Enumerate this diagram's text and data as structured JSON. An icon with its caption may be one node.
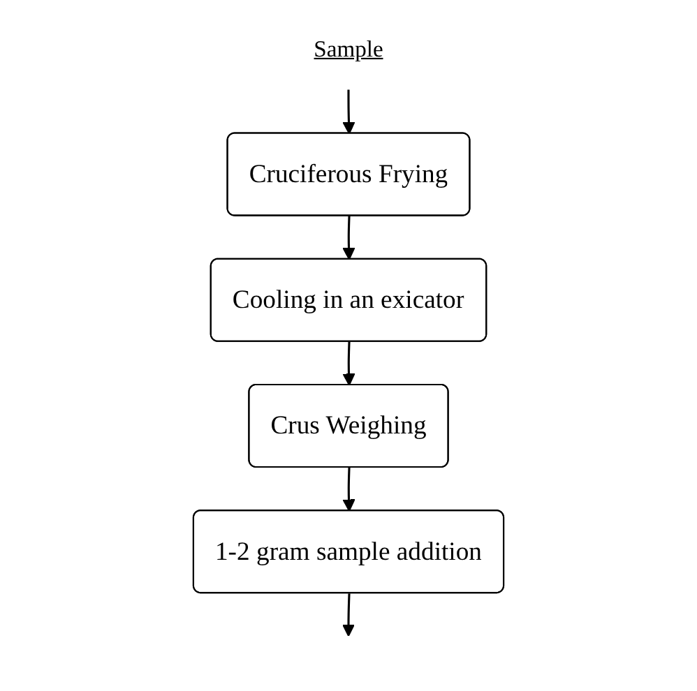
{
  "diagram": {
    "nodes": [
      {
        "text": [
          "Sample"
        ]
      },
      {
        "text": [
          "Cruciferous Frying"
        ]
      },
      {
        "text": [
          "Cooling in an exicator"
        ]
      },
      {
        "text": [
          "Crus Weighing"
        ]
      },
      {
        "text": [
          "1-2 gram sample addition"
        ]
      }
    ],
    "edges": [
      {
        "from": 0,
        "to": 1,
        "arrow": "to"
      },
      {
        "from": 1,
        "to": 2,
        "arrow": "to"
      },
      {
        "from": 2,
        "to": 3,
        "arrow": "to"
      },
      {
        "from": 3,
        "to": 4,
        "arrow": "to"
      },
      {
        "from": 4,
        "to": null,
        "arrow": "to"
      }
    ]
  }
}
